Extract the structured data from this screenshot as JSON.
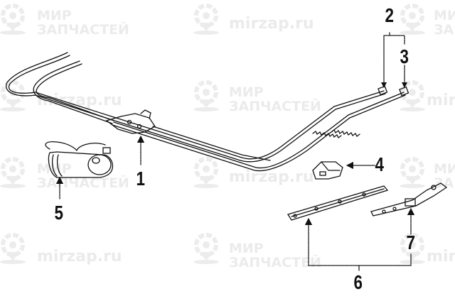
{
  "diagram": {
    "subject": "Power sunroof / window drive cable assembly parts diagram",
    "parts": [
      {
        "id": "1",
        "label": "1",
        "description": "Drive cable assembly with guide bracket"
      },
      {
        "id": "2",
        "label": "2",
        "description": "Cable end fitting (left)"
      },
      {
        "id": "3",
        "label": "3",
        "description": "Cable end fitting (right)"
      },
      {
        "id": "4",
        "label": "4",
        "description": "Bracket / clip"
      },
      {
        "id": "5",
        "label": "5",
        "description": "Motor assembly"
      },
      {
        "id": "6",
        "label": "6",
        "description": "Guide rail set"
      },
      {
        "id": "7",
        "label": "7",
        "description": "Guide rail with link"
      }
    ]
  },
  "watermark": {
    "brand_line1": "МИР",
    "brand_line2": "ЗАПЧАСТЕЙ",
    "url": "mirzap.ru"
  },
  "colors": {
    "line": "#111111",
    "watermark": "#ebebeb",
    "background": "#ffffff"
  }
}
